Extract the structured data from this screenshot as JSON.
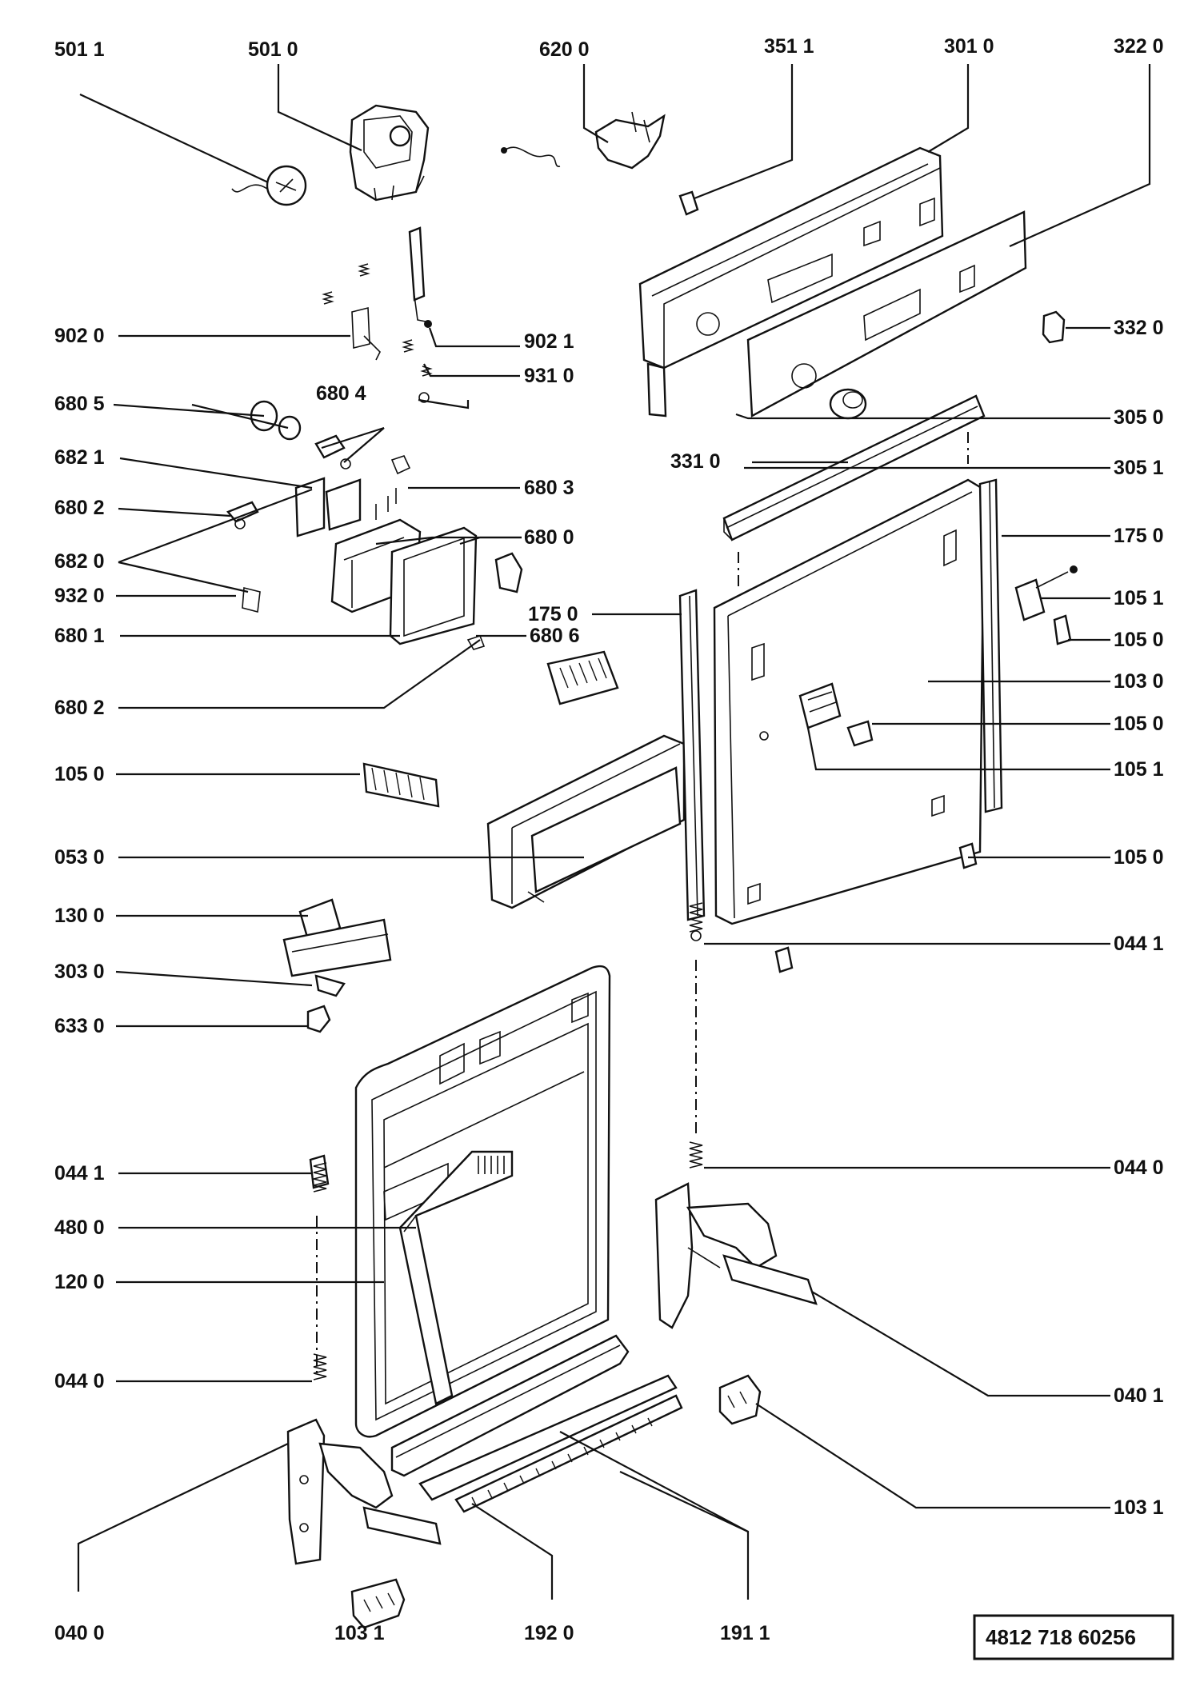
{
  "callouts": {
    "c5011": "501 1",
    "c5010": "501 0",
    "c6200": "620 0",
    "c3511": "351 1",
    "c3010": "301 0",
    "c3220": "322 0",
    "c9020": "902 0",
    "c9021": "902 1",
    "c9310": "931 0",
    "c3320": "332 0",
    "c6805": "680 5",
    "c6804": "680 4",
    "c6821": "682 1",
    "c6803": "680 3",
    "c3310": "331 0",
    "c3050": "305 0",
    "c3051": "305 1",
    "c6802a": "680 2",
    "c6820": "682 0",
    "c6800": "680 0",
    "c1750r": "175 0",
    "c9320": "932 0",
    "c1751": "105 1",
    "c1750m": "175 0",
    "c6801": "680 1",
    "c6806": "680 6",
    "c1050a": "105 0",
    "c1030": "103 0",
    "c6802b": "680 2",
    "c1050b": "105 0",
    "c1050c": "105 0",
    "c1051b": "105 1",
    "c0530": "053 0",
    "c1050d": "105 0",
    "c1300": "130 0",
    "c0441a": "044 1",
    "c3030": "303 0",
    "c6330": "633 0",
    "c0441b": "044 1",
    "c0440a": "044 0",
    "c4800": "480 0",
    "c1200": "120 0",
    "c0440b": "044 0",
    "c0401": "040 1",
    "c1031a": "103 1",
    "c0400": "040 0",
    "c1031b": "103 1",
    "c1920": "192 0",
    "c1911": "191 1"
  },
  "document_code": "4812 718 60256"
}
